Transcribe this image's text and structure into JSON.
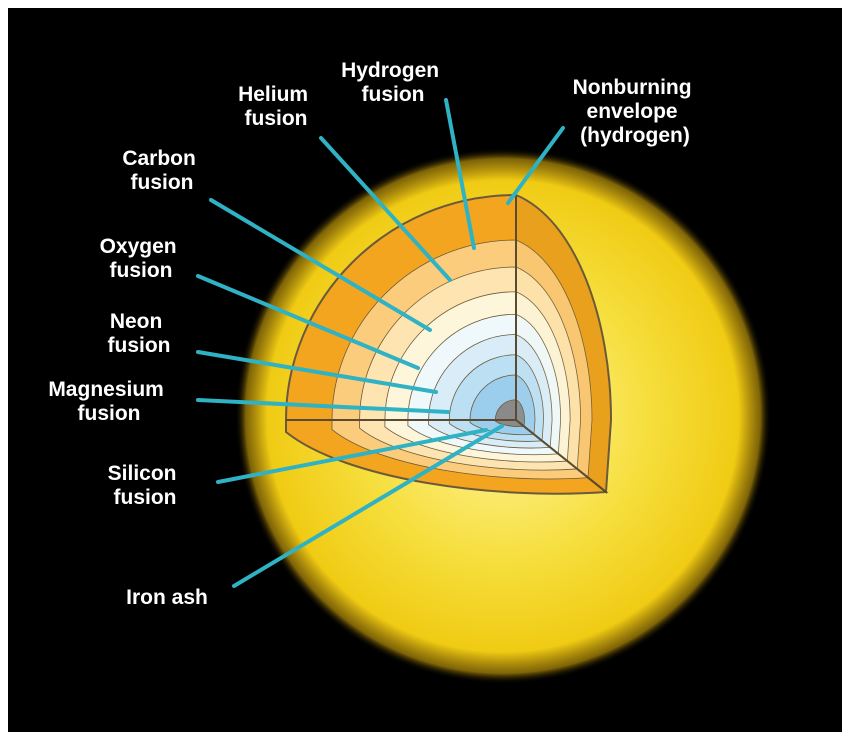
{
  "diagram": {
    "labels": {
      "hydrogen_fusion": [
        "Hydrogen",
        "fusion"
      ],
      "helium_fusion": [
        "Helium",
        "fusion"
      ],
      "nonburning_envelope": [
        "Nonburning",
        "envelope",
        "(hydrogen)"
      ],
      "carbon_fusion": [
        "Carbon",
        "fusion"
      ],
      "oxygen_fusion": [
        "Oxygen",
        "fusion"
      ],
      "neon_fusion": [
        "Neon",
        "fusion"
      ],
      "magnesium_fusion": [
        "Magnesium",
        "fusion"
      ],
      "silicon_fusion": [
        "Silicon",
        "fusion"
      ],
      "iron_ash": [
        "Iron ash"
      ]
    },
    "colors": {
      "background": "#000000",
      "star_glow": "#f2d21e",
      "leader_line": "#2fb2c4",
      "envelope_shell": "#f3a51f",
      "hydrogen_shell": "#fbcc7c",
      "helium_shell": "#fde4b0",
      "carbon_shell": "#fdf6da",
      "oxygen_shell": "#eff8fb",
      "neon_shell": "#d8edf8",
      "magnesium_shell": "#bbdff3",
      "silicon_shell": "#9bcdec",
      "iron_core": "#8a8a8a"
    }
  }
}
